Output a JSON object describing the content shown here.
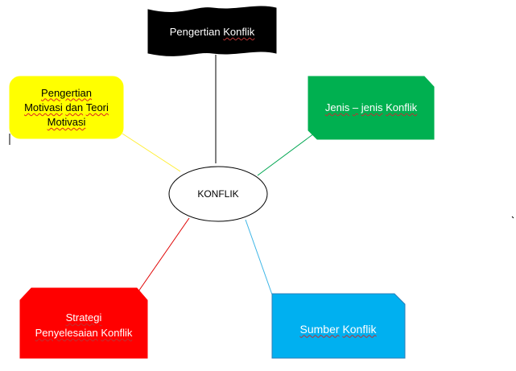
{
  "center": {
    "label": "KONFLIK"
  },
  "nodes": {
    "pengertian_konflik": {
      "words": [
        "Pengertian",
        "Konflik"
      ],
      "fill": "#000000",
      "text_color": "#ffffff",
      "line_color": "#000000"
    },
    "pengertian_motivasi": {
      "line1": [
        "Pengertian"
      ],
      "line2": [
        "Motivasi",
        "dan",
        "Teori"
      ],
      "line3": [
        "Motivasi"
      ],
      "fill": "#ffff00",
      "text_color": "#000000",
      "line_color": "#ffee33"
    },
    "jenis_konflik": {
      "words": [
        "Jenis",
        "–",
        "jenis",
        "Konflik"
      ],
      "fill": "#00b050",
      "text_color": "#ffffff",
      "line_color": "#00a651"
    },
    "strategi": {
      "line1": [
        "Strategi"
      ],
      "line2": [
        "Penyelesaian",
        "Konflik"
      ],
      "fill": "#ff0000",
      "text_color": "#ffffff",
      "line_color": "#e00000"
    },
    "sumber": {
      "words": [
        "Sumber",
        "Konflik"
      ],
      "fill": "#00b0f0",
      "text_color": "#ffffff",
      "line_color": "#3bb5e6"
    }
  }
}
